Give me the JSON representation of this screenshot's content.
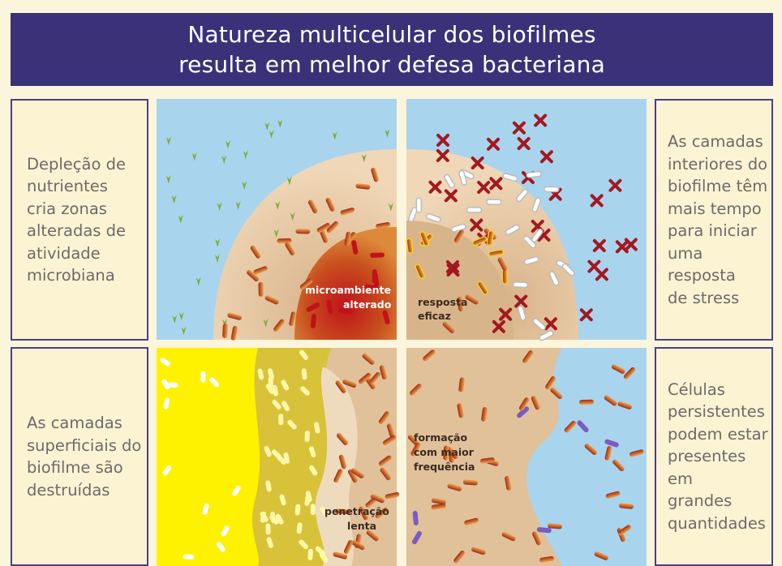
{
  "title": {
    "line1": "Natureza multicelular dos biofilmes",
    "line2": "resulta em melhor defesa bacteriana"
  },
  "panels": {
    "top_left": {
      "caption": [
        "Depleção de",
        "nutrientes",
        "cria zonas",
        "alteradas de",
        "atividade",
        "microbiana"
      ],
      "label": [
        "microambiente",
        "alterado"
      ]
    },
    "top_right": {
      "caption": [
        "As camadas",
        "interiores do",
        "biofilme têm",
        "mais tempo",
        "para iniciar",
        "uma resposta",
        "de stress"
      ],
      "label": [
        "resposta",
        "eficaz"
      ]
    },
    "bottom_left": {
      "caption": [
        "As camadas",
        "superficiais do",
        "biofilme são",
        "destruídas"
      ],
      "label": [
        "penetração",
        "lenta"
      ]
    },
    "bottom_right": {
      "caption": [
        "Células",
        "persistentes",
        "podem estar",
        "presentes em",
        "grandes",
        "quantidades"
      ],
      "label": [
        "formação",
        "com maior",
        "frequência"
      ]
    }
  },
  "colors": {
    "title_background": "#3a3178",
    "panel_background": "#fcf3d2",
    "panel_border": "#4b4084",
    "water": "#a9d4ee",
    "biofilm": "#e0c19a",
    "antibiotic_yellow": "#fff200",
    "bacterium": "#b8461b",
    "persister": "#7a5cc0",
    "agent": "#a3181e"
  }
}
